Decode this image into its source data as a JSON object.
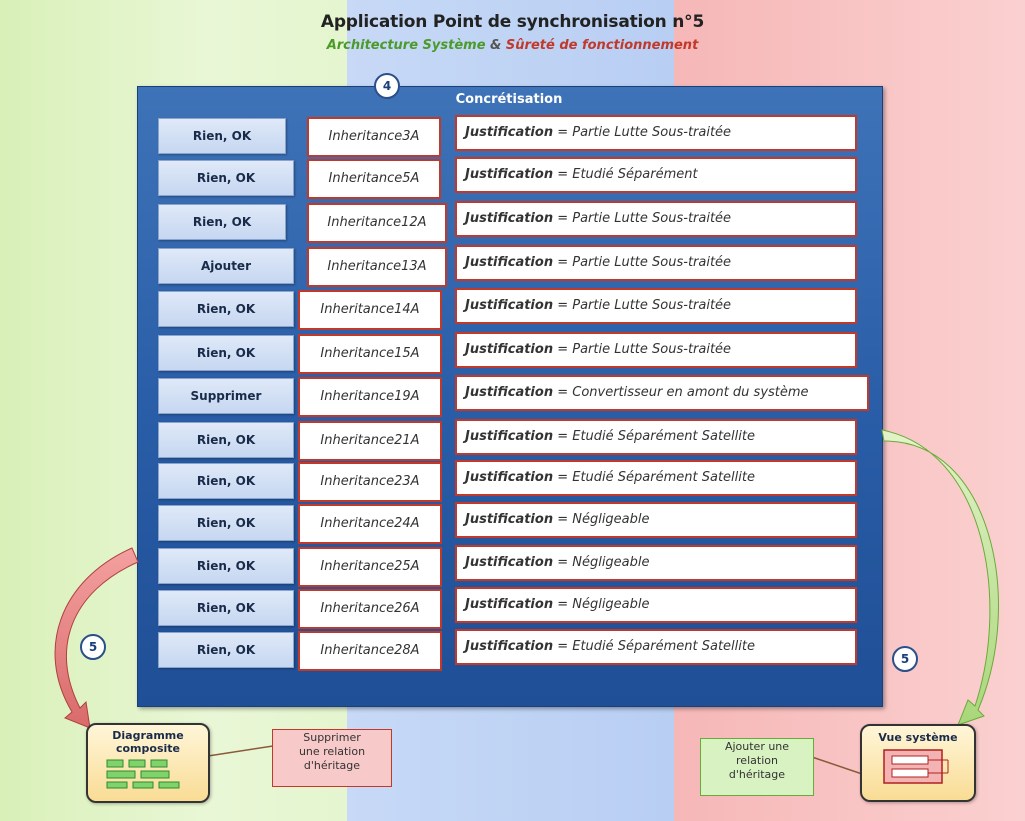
{
  "header": {
    "title": "Application Point de synchronisation n°5",
    "subtitle_part1": "Architecture Système",
    "subtitle_amp": " & ",
    "subtitle_part2": "Sûreté de fonctionnement"
  },
  "panel": {
    "title": "Concrétisation",
    "step_badge": "4"
  },
  "rows": [
    {
      "action": "Rien, OK",
      "inheritance": "Inheritance3A",
      "just_label": "Justification",
      "just_value": " = Partie Lutte Sous-traitée"
    },
    {
      "action": "Rien, OK",
      "inheritance": "Inheritance5A",
      "just_label": "Justification",
      "just_value": " = Etudié Séparément"
    },
    {
      "action": "Rien, OK",
      "inheritance": "Inheritance12A",
      "just_label": "Justification",
      "just_value": " = Partie Lutte Sous-traitée"
    },
    {
      "action": "Ajouter",
      "inheritance": "Inheritance13A",
      "just_label": "Justification",
      "just_value": " = Partie Lutte Sous-traitée"
    },
    {
      "action": "Rien, OK",
      "inheritance": "Inheritance14A",
      "just_label": "Justification",
      "just_value": " = Partie Lutte Sous-traitée"
    },
    {
      "action": "Rien, OK",
      "inheritance": "Inheritance15A",
      "just_label": "Justification",
      "just_value": " = Partie Lutte Sous-traitée"
    },
    {
      "action": "Supprimer",
      "inheritance": "Inheritance19A",
      "just_label": "Justification",
      "just_value": " = Convertisseur en amont du système"
    },
    {
      "action": "Rien, OK",
      "inheritance": "Inheritance21A",
      "just_label": "Justification",
      "just_value": " = Etudié Séparément Satellite"
    },
    {
      "action": "Rien, OK",
      "inheritance": "Inheritance23A",
      "just_label": "Justification",
      "just_value": " = Etudié Séparément Satellite"
    },
    {
      "action": "Rien, OK",
      "inheritance": "Inheritance24A",
      "just_label": "Justification",
      "just_value": " = Négligeable"
    },
    {
      "action": "Rien, OK",
      "inheritance": "Inheritance25A",
      "just_label": "Justification",
      "just_value": " = Négligeable"
    },
    {
      "action": "Rien, OK",
      "inheritance": "Inheritance26A",
      "just_label": "Justification",
      "just_value": " = Négligeable"
    },
    {
      "action": "Rien, OK",
      "inheritance": "Inheritance28A",
      "just_label": "Justification",
      "just_value": " = Etudié Séparément Satellite"
    }
  ],
  "left": {
    "badge": "5",
    "box_line1": "Diagramme",
    "box_line2": "composite",
    "note_line1": "Supprimer",
    "note_line2": "une relation",
    "note_line3": "d'héritage"
  },
  "right": {
    "badge": "5",
    "box_title": "Vue système",
    "note_line1": "Ajouter une",
    "note_line2": "relation",
    "note_line3": "d'héritage"
  },
  "colors": {
    "panel": "#2a5ea8",
    "border_red": "#c0392b",
    "zone_green": "#d9f0b8",
    "zone_blue": "#c7d9f6",
    "zone_red": "#f6b7b7"
  }
}
